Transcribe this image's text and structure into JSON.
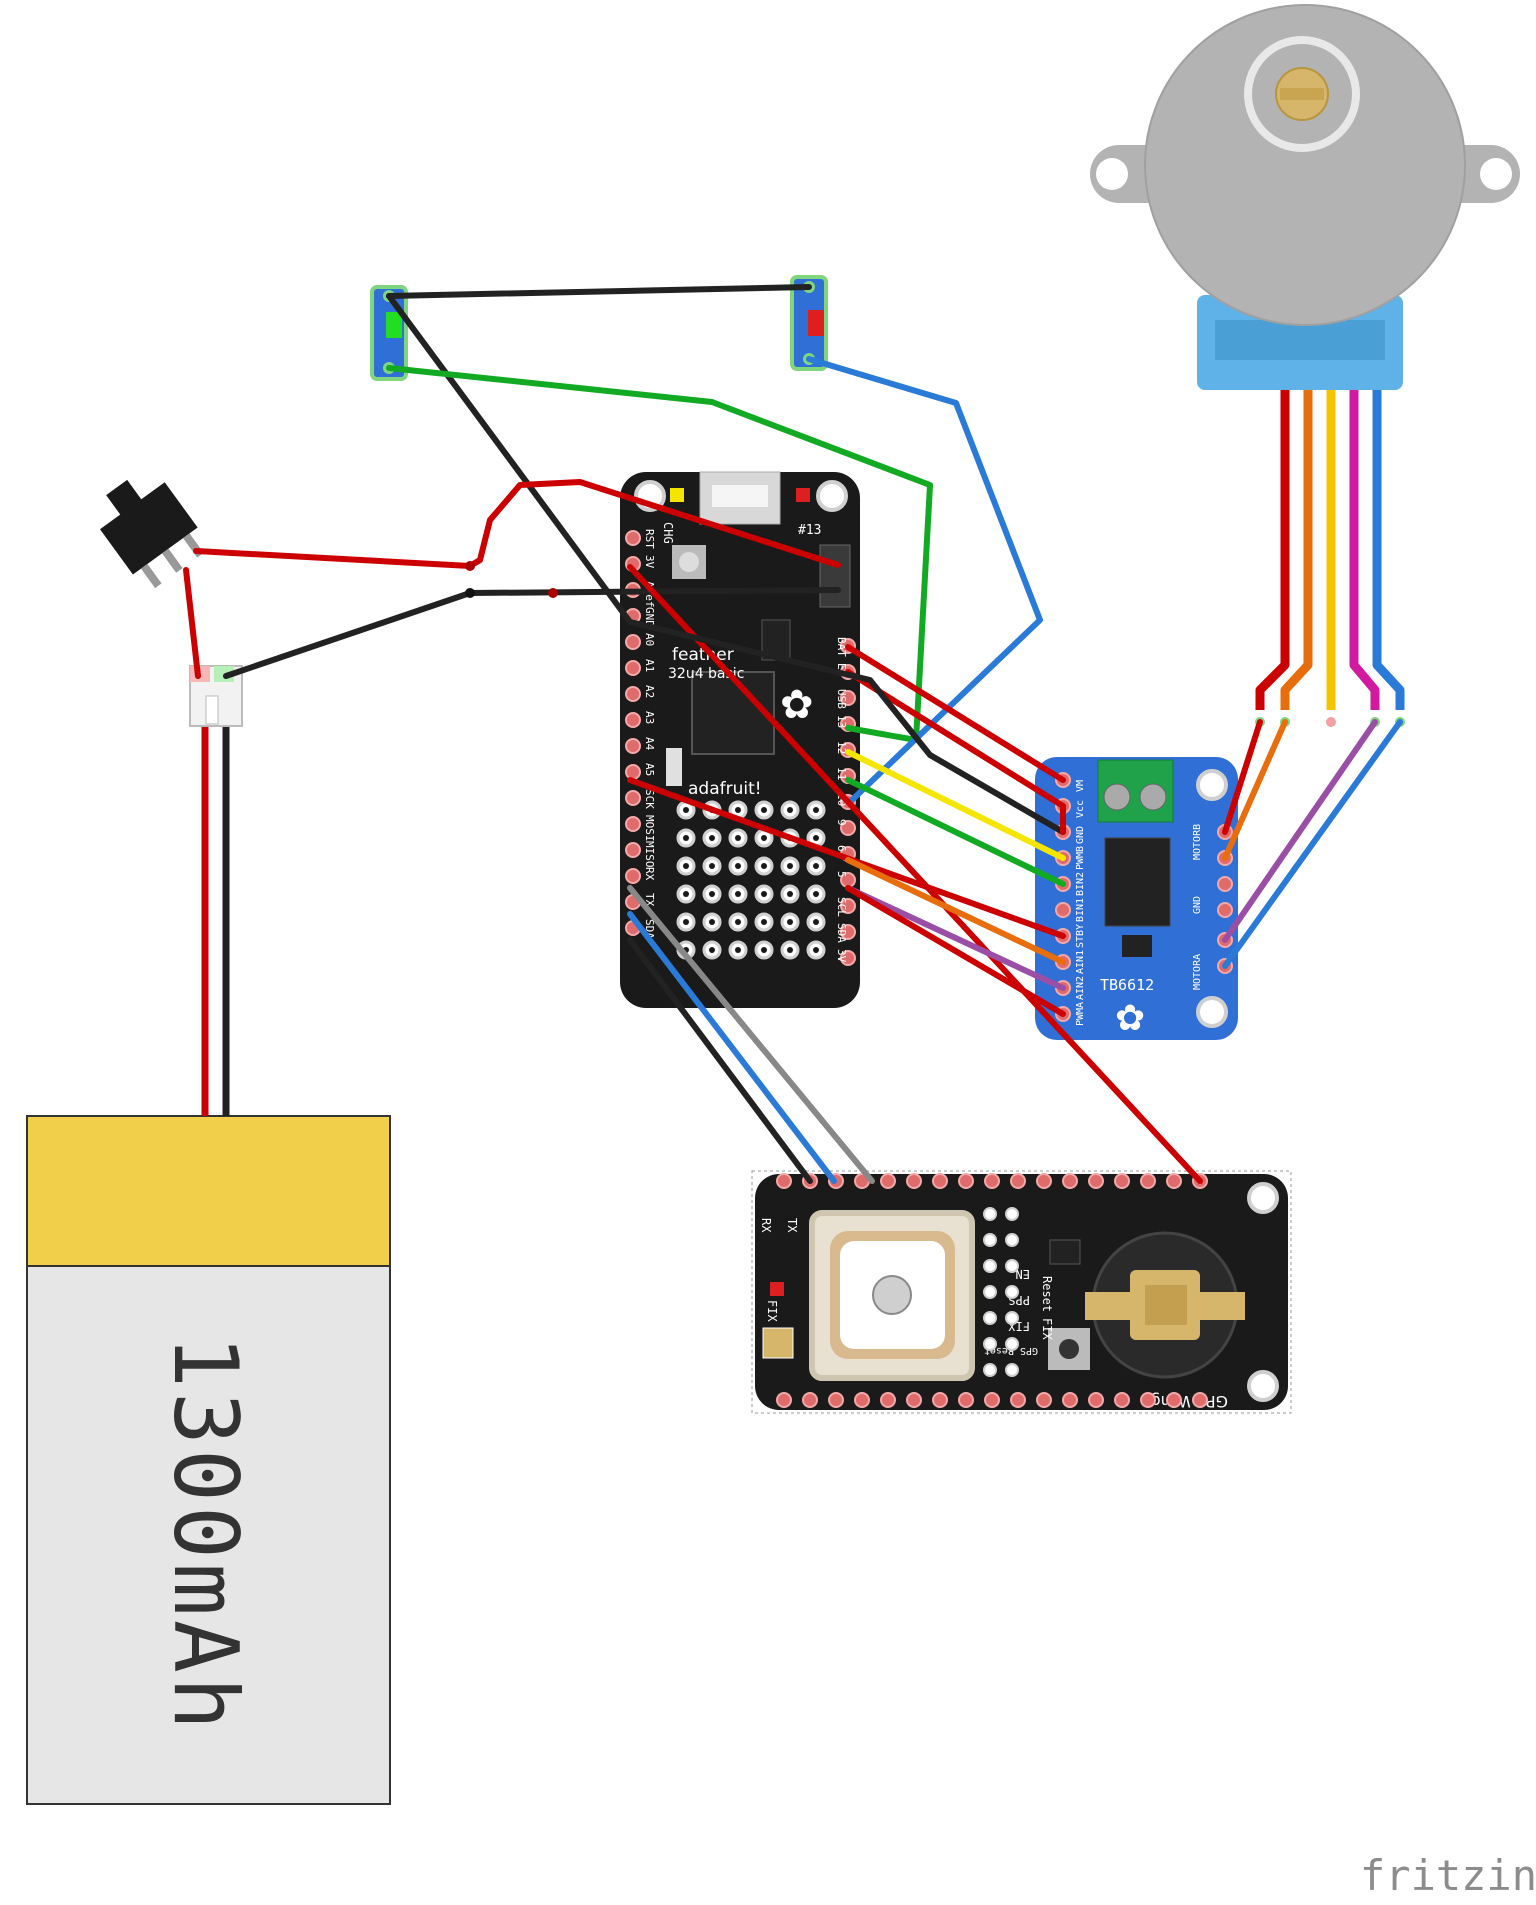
{
  "watermark": "fritzing",
  "battery": {
    "capacity_label": "1300mAh"
  },
  "feather": {
    "name_line1": "feather",
    "name_line2": "32u4 basic",
    "brand": "adafruit!",
    "led_label": "#13",
    "chg_label": "CHG",
    "left_pins": [
      "RST",
      "3V",
      "ARef",
      "GND",
      "A0",
      "A1",
      "A2",
      "A3",
      "A4",
      "A5",
      "SCK",
      "MOSI",
      "MISO",
      "RX",
      "TX",
      "SDA"
    ],
    "right_pins": [
      "BAT",
      "EN",
      "USB",
      "13",
      "12",
      "11",
      "10",
      "9",
      "6",
      "5",
      "SCL",
      "SDA",
      "3V"
    ]
  },
  "driver": {
    "chip_label": "TB6612",
    "left_pins": [
      "VM",
      "Vcc",
      "GND",
      "PWMB",
      "BIN2",
      "BIN1",
      "STBY",
      "AIN1",
      "AIN2",
      "PWMA"
    ],
    "right_labels": [
      "MOTORB",
      "GND",
      "MOTORA"
    ]
  },
  "gps": {
    "name_label": "GPS Wing",
    "left_labels": [
      "TX",
      "RX",
      "FIX"
    ],
    "mid_labels": [
      "EN",
      "PPS",
      "FIX",
      "GPS Reset"
    ],
    "reset_label": "Reset",
    "side_labels": [
      "Reset",
      "FIX"
    ]
  },
  "colors": {
    "board_black": "#1a1a1a",
    "driver_blue": "#2f6fd6",
    "wire_red": "#cc0000",
    "wire_black": "#222222",
    "wire_green": "#11aa22",
    "wire_blue": "#2a7bd8",
    "wire_yellow": "#f5e600",
    "wire_orange": "#e86d0c",
    "wire_purple": "#9b4ea6",
    "wire_gray": "#888888",
    "battery_yellow": "#f2cf4b",
    "battery_gray": "#e6e6e6",
    "motor_gray": "#b3b3b3",
    "motor_collar": "#5fb2e8"
  }
}
